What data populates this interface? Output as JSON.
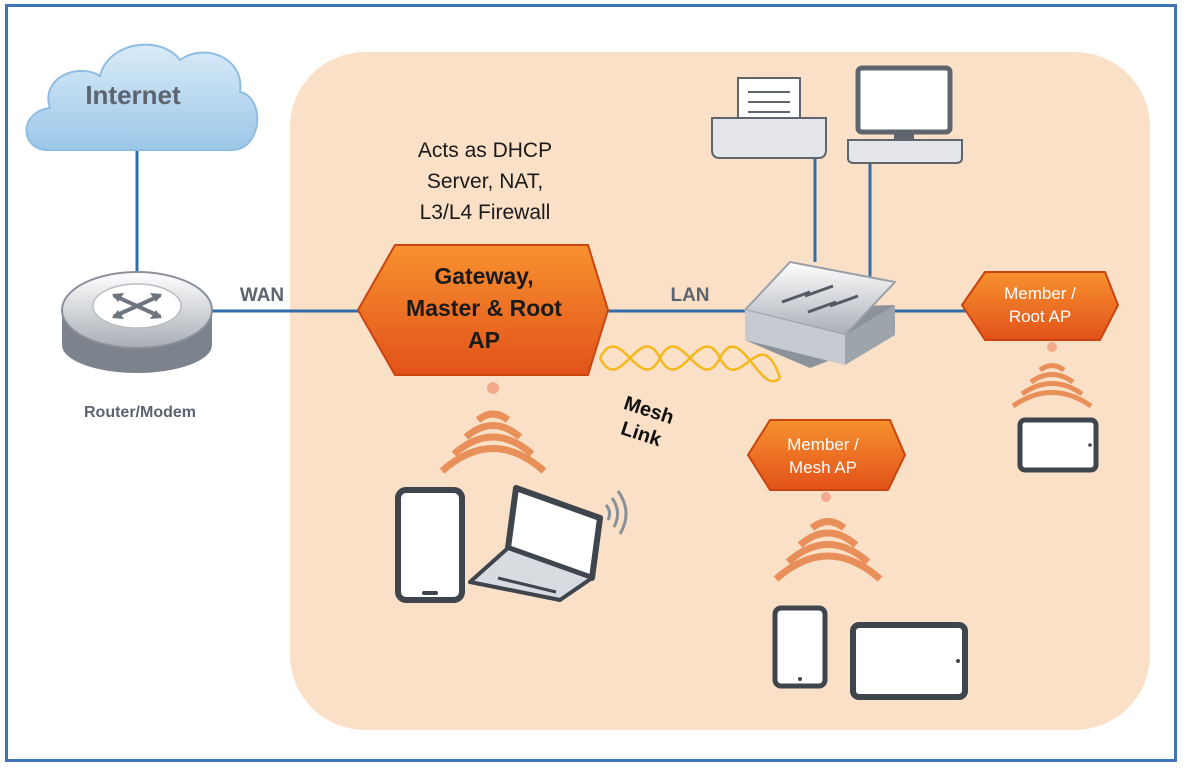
{
  "internet": {
    "label": "Internet"
  },
  "router": {
    "label": "Router/Modem"
  },
  "links": {
    "wan": "WAN",
    "lan": "LAN",
    "mesh_line1": "Mesh",
    "mesh_line2": "Link"
  },
  "gateway": {
    "role_line1": "Acts as DHCP",
    "role_line2": "Server, NAT,",
    "role_line3": "L3/L4 Firewall",
    "label_line1": "Gateway,",
    "label_line2": "Master & Root",
    "label_line3": "AP"
  },
  "member_root": {
    "label_line1": "Member /",
    "label_line2": "Root AP"
  },
  "member_mesh": {
    "label_line1": "Member /",
    "label_line2": "Mesh AP"
  },
  "colors": {
    "frame": "#3e74b8",
    "zone": "#fbe0c8",
    "ap_orange": "#f06a1f",
    "link_blue": "#2f6eaa",
    "cloud": "#bcd9ef",
    "signal": "#e88f5a",
    "mesh_wave": "#f3b81c"
  },
  "icons": [
    "cloud-icon",
    "router-icon",
    "switch-icon",
    "printer-icon",
    "desktop-icon",
    "phone-icon",
    "laptop-icon",
    "tablet-icon",
    "wifi-signal-icon"
  ]
}
